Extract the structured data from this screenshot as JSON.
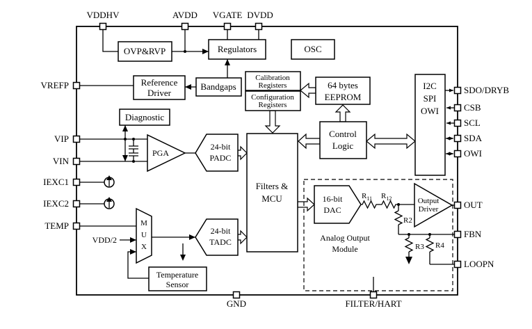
{
  "colors": {
    "ink": "#000000",
    "background": "#ffffff"
  },
  "pins": {
    "top": [
      "VDDHV",
      "AVDD",
      "VGATE",
      "DVDD"
    ],
    "left": [
      "VREFP",
      "VIP",
      "VIN",
      "IEXC1",
      "IEXC2",
      "TEMP"
    ],
    "right": [
      "SDO/DRYB",
      "CSB",
      "SCL",
      "SDA",
      "OWI",
      "OUT",
      "FBN",
      "LOOPN"
    ],
    "bottom": [
      "GND",
      "FILTER/HART"
    ]
  },
  "blocks": {
    "ovp_rvp": "OVP&RVP",
    "regulators": "Regulators",
    "osc": "OSC",
    "reference_driver": [
      "Reference",
      "Driver"
    ],
    "bandgaps": "Bandgaps",
    "calibration_registers": [
      "Calibration",
      "Registers"
    ],
    "configuration_registers": [
      "Configuration",
      "Registers"
    ],
    "eeprom": [
      "64 bytes",
      "EEPROM"
    ],
    "control_logic": [
      "Control",
      "Logic"
    ],
    "interface": [
      "I2C",
      "SPI",
      "OWI"
    ],
    "diagnostic": "Diagnostic",
    "pga": "PGA",
    "padc": [
      "24-bit",
      "PADC"
    ],
    "filters_mcu": [
      "Filters &",
      "MCU"
    ],
    "mux": [
      "M",
      "U",
      "X"
    ],
    "tadc": [
      "24-bit",
      "TADC"
    ],
    "temperature_sensor": [
      "Temperature",
      "Sensor"
    ],
    "dac": [
      "16-bit",
      "DAC"
    ],
    "output_driver": [
      "Output",
      "Driver"
    ],
    "analog_output_module": [
      "Analog Output",
      "Module"
    ]
  },
  "labels": {
    "vdd_half": "VDD/2",
    "r11_base": "R",
    "r11_sub": "11",
    "r12_base": "R",
    "r12_sub": "12",
    "r2": "R2",
    "r3": "R3",
    "r4": "R4"
  }
}
